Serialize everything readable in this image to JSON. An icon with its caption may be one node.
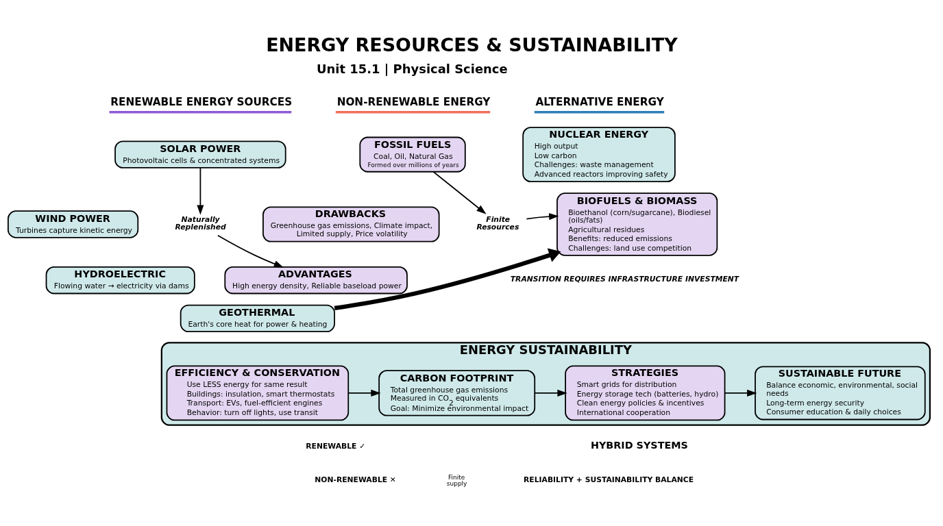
{
  "diagram": {
    "title": "ENERGY RESOURCES & SUSTAINABILITY",
    "nodes": [
      {
        "text": [
          "SOLAR POWER",
          "Photovoltaic cells & concentrated systems"
        ]
      },
      {
        "text": [
          "WIND POWER",
          "Turbines capture kinetic energy"
        ]
      },
      {
        "text": [
          "HYDROELECTRIC",
          "Flowing water → electricity via dams"
        ]
      },
      {
        "text": [
          "GEOTHERMAL",
          "Earth's core heat for power & heating"
        ]
      },
      {
        "text": [
          "Naturally Replenished"
        ]
      },
      {
        "text": [
          "FOSSIL FUELS",
          "Coal, Oil, Natural Gas",
          "Formed over millions of years"
        ]
      },
      {
        "text": [
          "DRAWBACKS",
          "Greenhouse gas emissions, Climate impact, Limited supply, Price volatility"
        ]
      },
      {
        "text": [
          "ADVANTAGES",
          "High energy density, Reliable baseload power"
        ]
      },
      {
        "text": [
          "Finite Resources"
        ]
      },
      {
        "text": [
          "NUCLEAR ENERGY",
          "High output",
          "Low carbon",
          "Challenges: waste management",
          "Advanced reactors improving safety"
        ]
      },
      {
        "text": [
          "BIOFUELS & BIOMASS",
          "Bioethanol (corn/sugarcane), Biodiesel (oils/fats)",
          "Agricultural residues",
          "Benefits: reduced emissions",
          "Challenges: land use competition"
        ]
      },
      {
        "text": [
          "ENERGY SUSTAINABILITY"
        ]
      },
      {
        "text": [
          "EFFICIENCY & CONSERVATION",
          "Use LESS energy for same result",
          "Buildings: insulation, smart thermostats",
          "Transport: EVs, fuel-efficient engines",
          "Behavior: turn off lights, use transit"
        ],
        "in": 11
      },
      {
        "text": [
          "CARBON FOOTPRINT",
          "Total greenhouse gas emissions",
          "Measured in CO$_{2}$ equivalents",
          "Goal: Minimize environmental impact"
        ],
        "in": 11
      },
      {
        "text": [
          "STRATEGIES",
          "Smart grids for distribution",
          "Energy storage tech (batteries, hydro)",
          "Clean energy policies & incentives",
          "International cooperation"
        ],
        "in": 11
      },
      {
        "text": [
          "SUSTAINABLE FUTURE",
          "Balance economic, environmental, social needs",
          "Long-term energy security",
          "Consumer education & daily choices"
        ],
        "in": 11
      }
    ],
    "edges": [
      {
        "from": 0,
        "to": 4,
        "arrow": "to"
      },
      {
        "from": 4,
        "to": 7,
        "arrow": "to"
      },
      {
        "from": 5,
        "to": 8,
        "arrow": "to"
      },
      {
        "from": 8,
        "to": 10,
        "arrow": "to"
      },
      {
        "from": 3,
        "to": 10,
        "arrow": "to",
        "style": "thick",
        "label": "TRANSITION REQUIRES INFRASTRUCTURE INVESTMENT"
      },
      {
        "from": 12,
        "to": 13,
        "arrow": "to"
      },
      {
        "from": 13,
        "to": 14,
        "arrow": "to"
      },
      {
        "from": 14,
        "to": 15,
        "arrow": "to"
      }
    ],
    "labels": [
      "Unit 15.1 | Physical Science",
      "RENEWABLE ENERGY SOURCES",
      "NON-RENEWABLE ENERGY",
      "ALTERNATIVE ENERGY",
      "RENEWABLE ✓",
      "NON-RENEWABLE ✕",
      "Finite supply",
      "HYBRID SYSTEMS",
      "RELIABILITY + SUSTAINABILITY BALANCE"
    ]
  }
}
